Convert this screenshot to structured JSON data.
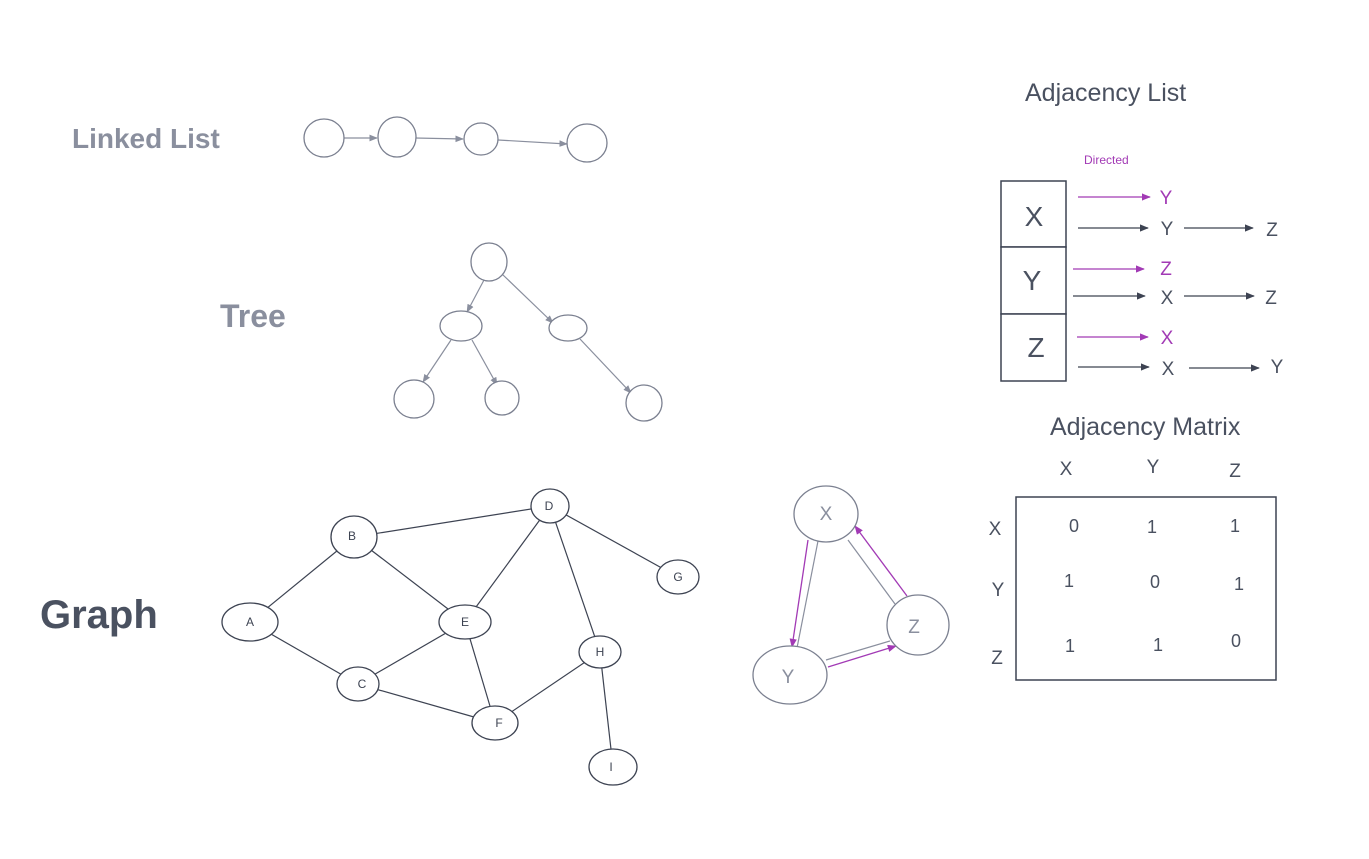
{
  "colors": {
    "title_muted": "#8a8f9e",
    "title_dark": "#4a5160",
    "line_dark": "#3d4352",
    "accent_purple": "#a23ab5"
  },
  "sections": {
    "linked_list": "Linked List",
    "tree": "Tree",
    "graph": "Graph",
    "adjacency_list": "Adjacency List",
    "adjacency_matrix": "Adjacency Matrix"
  },
  "graph_nodes": [
    "A",
    "B",
    "C",
    "D",
    "E",
    "F",
    "G",
    "H",
    "I"
  ],
  "triangle_nodes": [
    "X",
    "Y",
    "Z"
  ],
  "adjacency_list": {
    "directed_label": "Directed",
    "rows": [
      {
        "vertex": "X",
        "directed": [
          "Y"
        ],
        "undirected": [
          "Y",
          "Z"
        ]
      },
      {
        "vertex": "Y",
        "directed": [
          "Z"
        ],
        "undirected": [
          "X",
          "Z"
        ]
      },
      {
        "vertex": "Z",
        "directed": [
          "X"
        ],
        "undirected": [
          "X",
          "Y"
        ]
      }
    ]
  },
  "adjacency_matrix": {
    "col_headers": [
      "X",
      "Y",
      "Z"
    ],
    "row_headers": [
      "X",
      "Y",
      "Z"
    ],
    "cells": [
      [
        "0",
        "1",
        "1"
      ],
      [
        "1",
        "0",
        "1"
      ],
      [
        "1",
        "1",
        "0"
      ]
    ]
  }
}
